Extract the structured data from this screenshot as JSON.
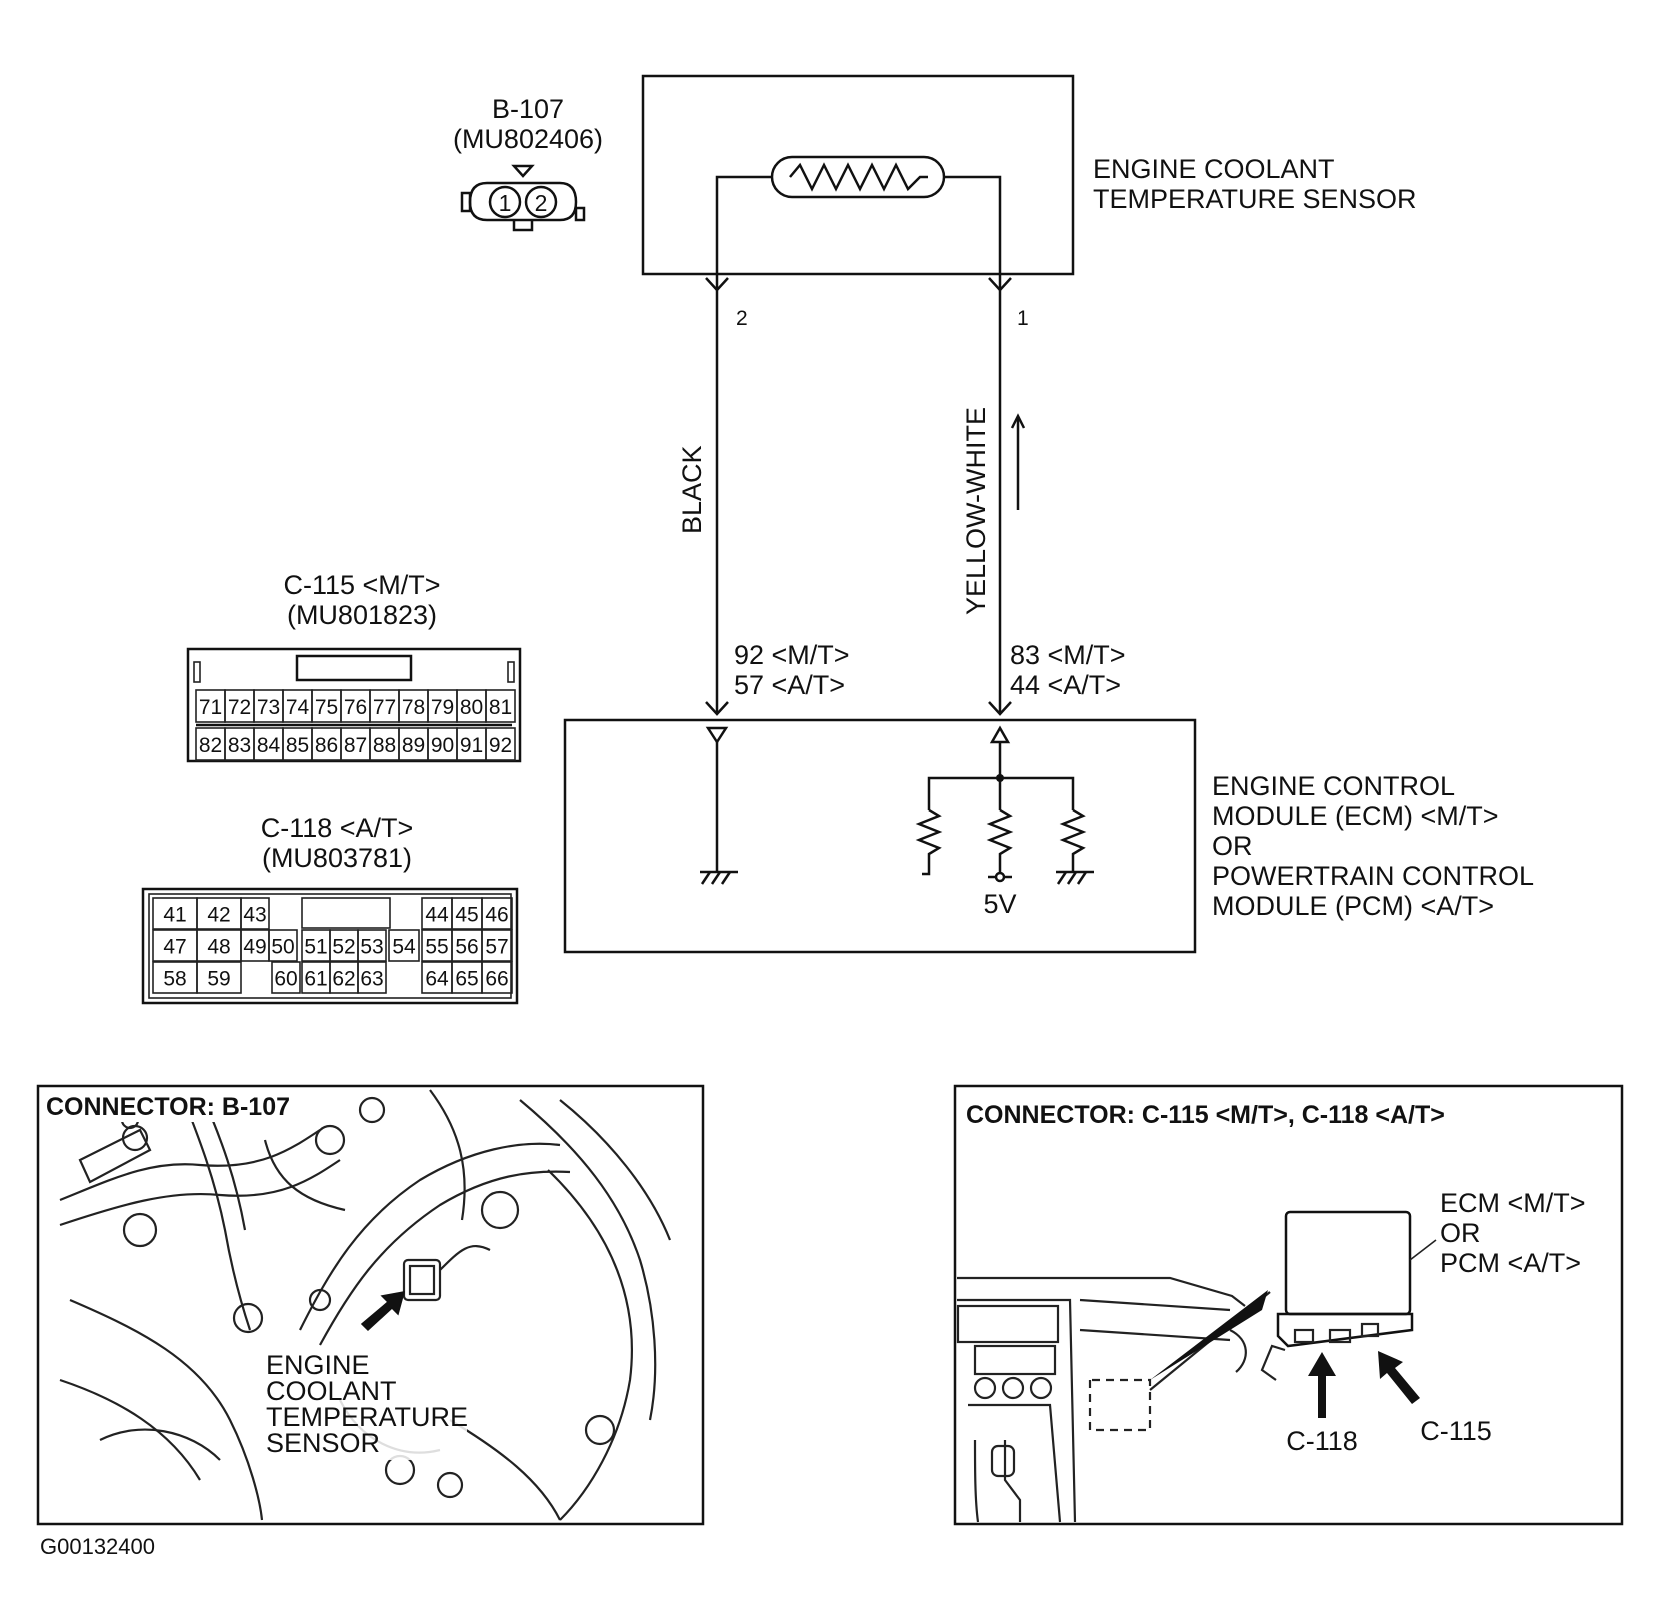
{
  "sensor_connector": {
    "id": "B-107",
    "part": "(MU802406)",
    "pins": [
      "1",
      "2"
    ]
  },
  "sensor": {
    "label_line1": "ENGINE COOLANT",
    "label_line2": "TEMPERATURE SENSOR",
    "pin_left": "2",
    "pin_right": "1"
  },
  "wires": {
    "left_color": "BLACK",
    "right_color": "YELLOW-WHITE"
  },
  "ecm_pins": {
    "left_line1": "92 <M/T>",
    "left_line2": "57 <A/T>",
    "right_line1": "83 <M/T>",
    "right_line2": "44 <A/T>"
  },
  "ecm": {
    "line1": "ENGINE CONTROL",
    "line2": "MODULE (ECM) <M/T>",
    "line3": "OR",
    "line4": "POWERTRAIN CONTROL",
    "line5": "MODULE (PCM) <A/T>",
    "voltage": "5V"
  },
  "c115": {
    "id": "C-115 <M/T>",
    "part": "(MU801823)",
    "row1": [
      "71",
      "72",
      "73",
      "74",
      "75",
      "76",
      "77",
      "78",
      "79",
      "80",
      "81"
    ],
    "row2": [
      "82",
      "83",
      "84",
      "85",
      "86",
      "87",
      "88",
      "89",
      "90",
      "91",
      "92"
    ]
  },
  "c118": {
    "id": "C-118 <A/T>",
    "part": "(MU803781)",
    "row1": [
      "41",
      "42",
      "43",
      "44",
      "45",
      "46"
    ],
    "row2": [
      "47",
      "48",
      "49",
      "50",
      "51",
      "52",
      "53",
      "54",
      "55",
      "56",
      "57"
    ],
    "row3": [
      "58",
      "59",
      "60",
      "61",
      "62",
      "63",
      "64",
      "65",
      "66"
    ]
  },
  "panel_left": {
    "title": "CONNECTOR: B-107",
    "callout_line1": "ENGINE",
    "callout_line2": "COOLANT",
    "callout_line3": "TEMPERATURE",
    "callout_line4": "SENSOR"
  },
  "panel_right": {
    "title": "CONNECTOR: C-115 <M/T>, C-118 <A/T>",
    "module_line1": "ECM <M/T>",
    "module_line2": "OR",
    "module_line3": "PCM <A/T>",
    "c118_label": "C-118",
    "c115_label": "C-115"
  },
  "figure_id": "G00132400"
}
